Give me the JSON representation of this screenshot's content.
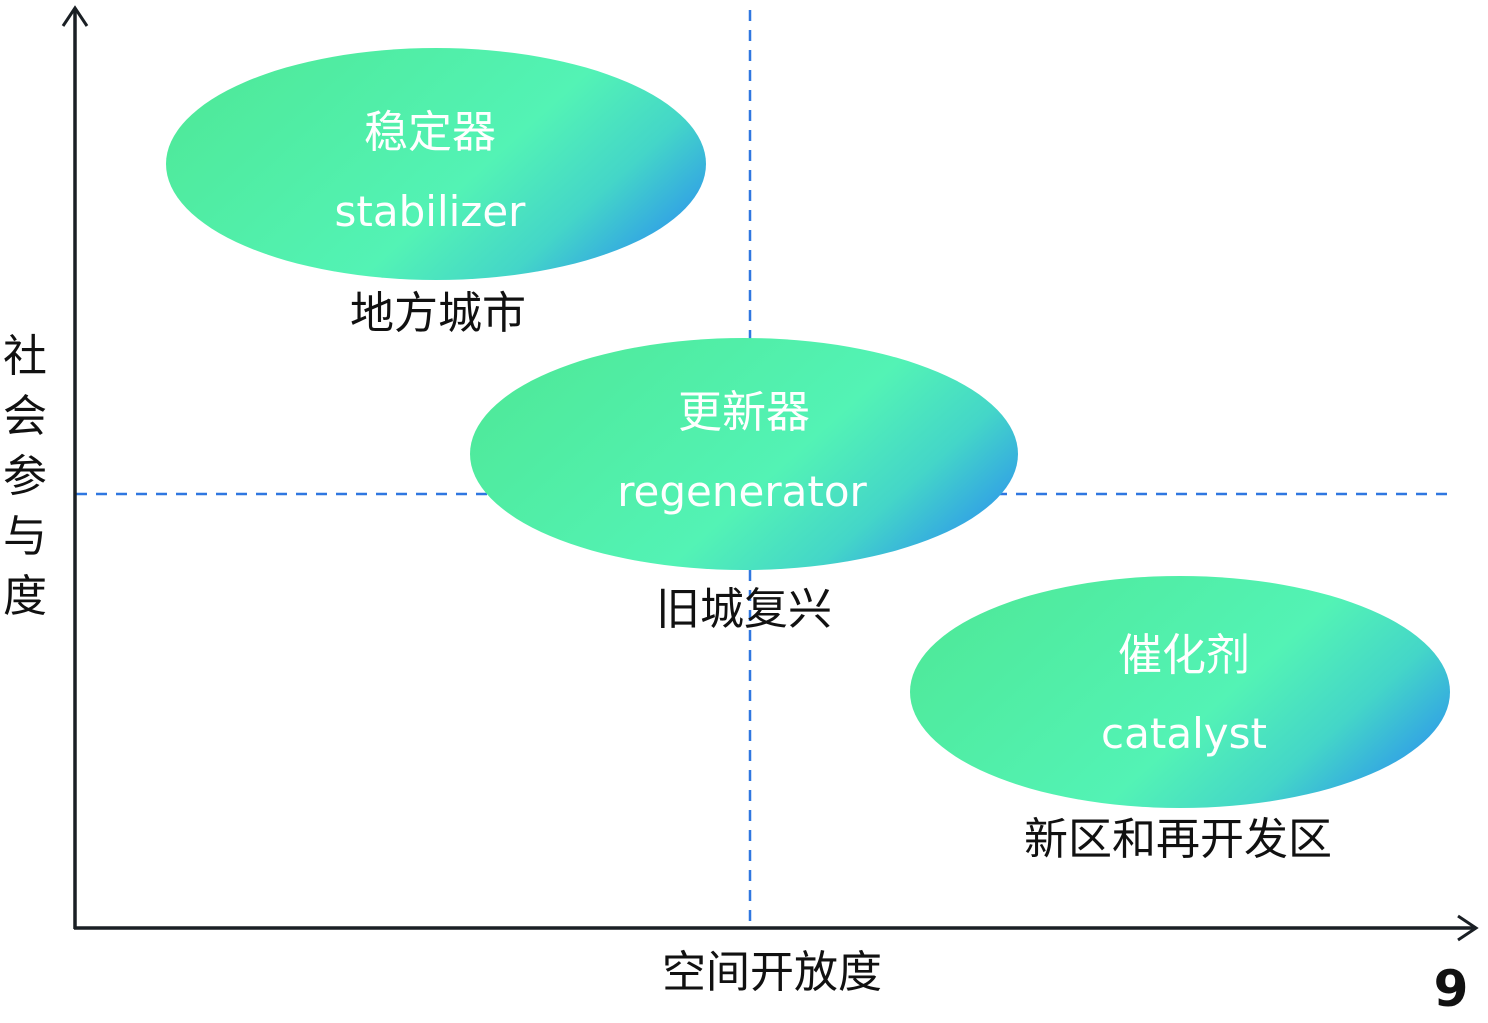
{
  "diagram": {
    "x_axis_label": "空间开放度",
    "y_axis_label": [
      "社",
      "会",
      "参",
      "与",
      "度"
    ],
    "page_number": "9",
    "colors": {
      "gradient_start": "#4FEA9C",
      "gradient_mid": "#52F2B6",
      "gradient_end": "#2E9BEA",
      "guide_line": "#2F77E0",
      "axis": "#1A1F24",
      "text_dark": "#111111",
      "text_light": "#FFFFFF"
    },
    "quadrant_guides": {
      "vertical": "dashed",
      "horizontal": "dashed"
    },
    "nodes": [
      {
        "name_cn": "稳定器",
        "name_en": "stabilizer",
        "caption": "地方城市",
        "quadrant": "top-left"
      },
      {
        "name_cn": "更新器",
        "name_en": "regenerator",
        "caption": "旧城复兴",
        "quadrant": "center"
      },
      {
        "name_cn": "催化剂",
        "name_en": "catalyst",
        "caption": "新区和再开发区",
        "quadrant": "bottom-right"
      }
    ]
  }
}
